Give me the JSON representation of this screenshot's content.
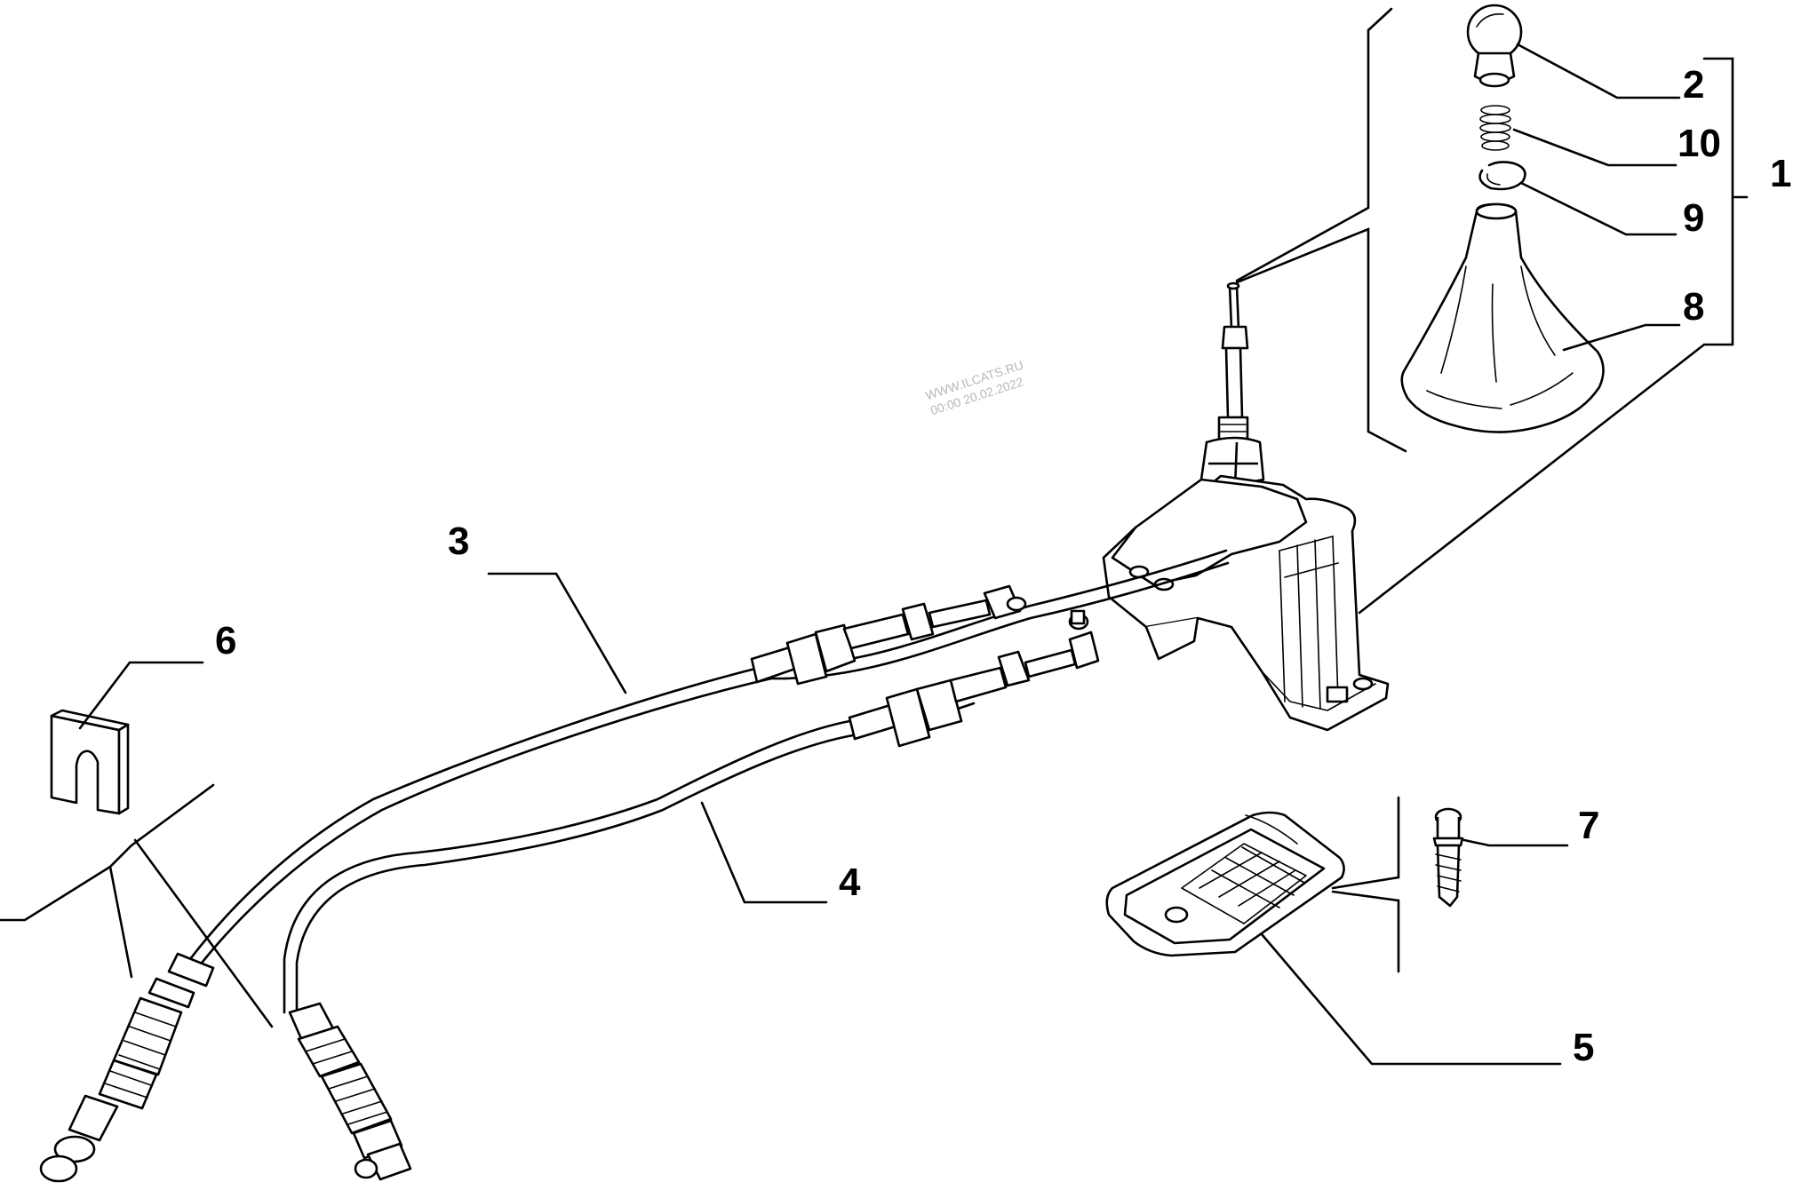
{
  "watermark": {
    "line1": "WWW.ILCATS.RU",
    "line2": "00:00 20.02.2022"
  },
  "callouts": {
    "c1": "1",
    "c2": "2",
    "c3": "3",
    "c4": "4",
    "c5": "5",
    "c6": "6",
    "c7": "7",
    "c8": "8",
    "c9": "9",
    "c10": "10"
  }
}
